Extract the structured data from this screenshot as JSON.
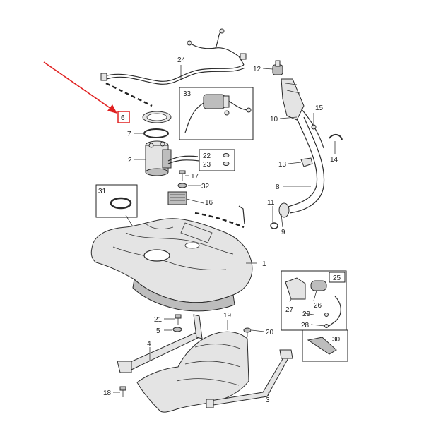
{
  "callouts": {
    "c1": "1",
    "c2": "2",
    "c3": "3",
    "c4": "4",
    "c5": "5",
    "c6": "6",
    "c7": "7",
    "c8": "8",
    "c9": "9",
    "c10": "10",
    "c11": "11",
    "c12": "12",
    "c13": "13",
    "c14": "14",
    "c15": "15",
    "c16": "16",
    "c17": "17",
    "c18": "18",
    "c19": "19",
    "c20": "20",
    "c21": "21",
    "c22": "22",
    "c23": "23",
    "c24": "24",
    "c25": "25",
    "c26": "26",
    "c27": "27",
    "c28": "28",
    "c29": "29",
    "c30": "30",
    "c31": "31",
    "c32": "32",
    "c33": "33"
  },
  "colors": {
    "highlight": "#e02020",
    "line": "#333333",
    "part_fill": "#e4e4e4",
    "part_shade": "#bdbdbd"
  }
}
